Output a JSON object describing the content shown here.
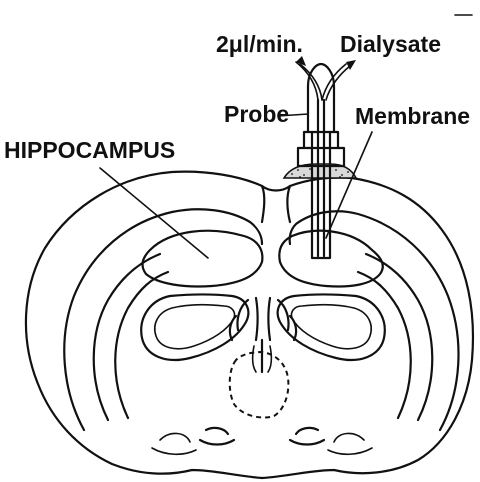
{
  "labels": {
    "flow_rate": "2μl/min.",
    "dialysate": "Dialysate",
    "probe": "Probe",
    "membrane": "Membrane",
    "hippocampus": "HIPPOCAMPUS"
  }
}
